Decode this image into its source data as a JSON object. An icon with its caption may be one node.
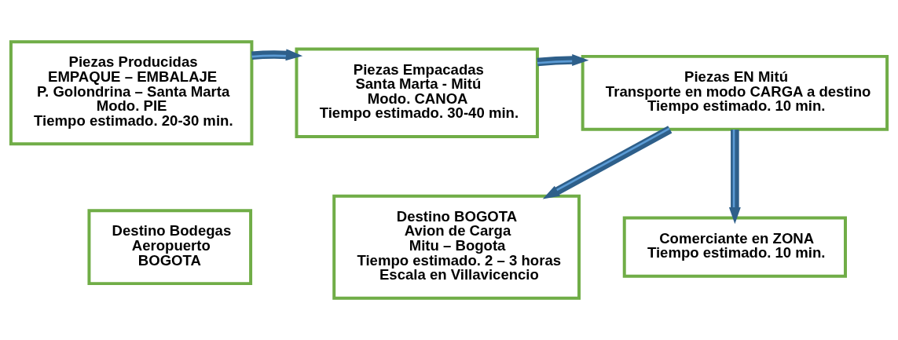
{
  "diagram": {
    "nodes": [
      {
        "text": [
          "Piezas Producidas",
          "EMPAQUE – EMBALAJE",
          "P. Golondrina – Santa Marta",
          "Modo. PIE",
          "Tiempo estimado. 20-30 min."
        ]
      },
      {
        "text": [
          "Piezas Empacadas",
          "Santa Marta - Mitú",
          "Modo. CANOA",
          "Tiempo estimado. 30-40 min."
        ]
      },
      {
        "text": [
          "Piezas EN Mitú",
          "Transporte en modo CARGA a destino",
          "Tiempo estimado. 10 min."
        ]
      },
      {
        "text": [
          "Destino Bodegas",
          "Aeropuerto",
          "BOGOTA"
        ]
      },
      {
        "text": [
          "Destino BOGOTA",
          "Avion de Carga",
          "Mitu – Bogota",
          "Tiempo estimado. 2 – 3 horas",
          "Escala en Villavicencio"
        ]
      },
      {
        "text": [
          "Comerciante en ZONA",
          "Tiempo estimado. 10 min."
        ]
      }
    ],
    "edges": [
      {
        "from": 0,
        "to": 1,
        "arrow": "to"
      },
      {
        "from": 1,
        "to": 2,
        "arrow": "to"
      },
      {
        "from": 2,
        "to": 4,
        "arrow": "to"
      },
      {
        "from": 2,
        "to": 5,
        "arrow": "to"
      }
    ]
  }
}
